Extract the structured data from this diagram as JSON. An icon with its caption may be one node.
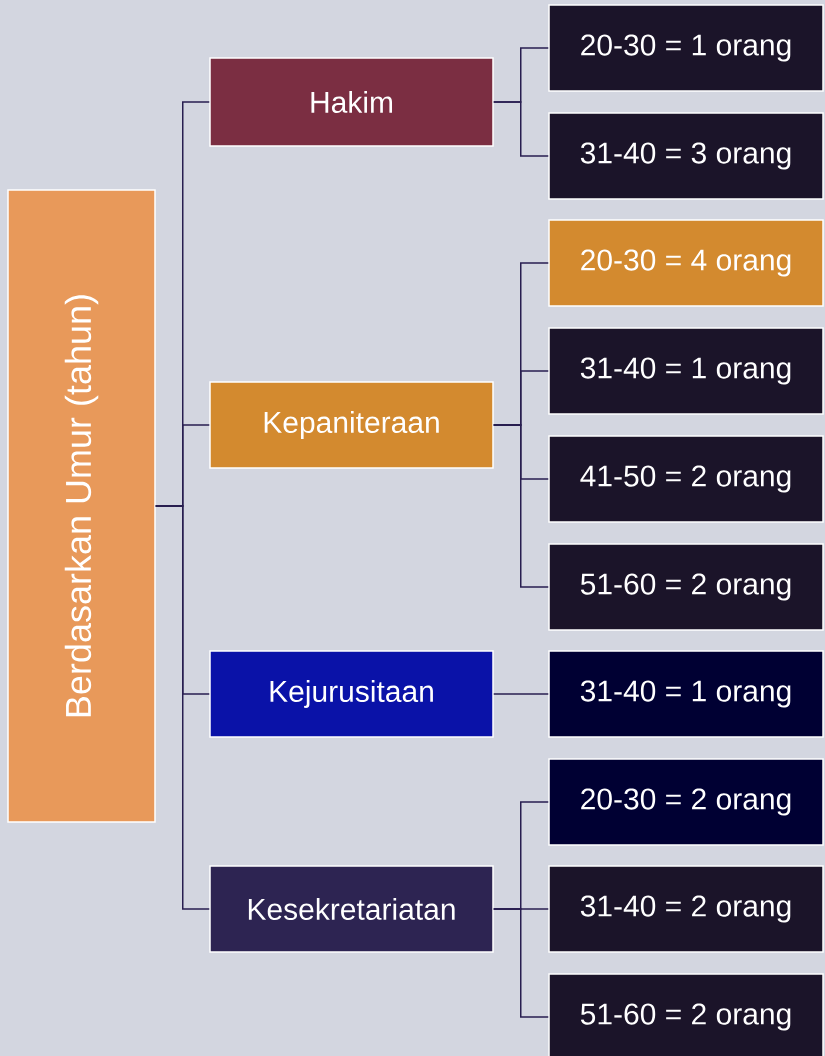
{
  "diagram": {
    "nodes": [
      {
        "text": [
          "Berdasarkan Umur (tahun)"
        ]
      },
      {
        "text": [
          "Hakim"
        ]
      },
      {
        "text": [
          "Kepaniteraan"
        ]
      },
      {
        "text": [
          "Kejurusitaan"
        ]
      },
      {
        "text": [
          "Kesekretariatan"
        ]
      },
      {
        "text": [
          "20-30 = 1 orang"
        ]
      },
      {
        "text": [
          "31-40 = 3 orang"
        ]
      },
      {
        "text": [
          "20-30 = 4 orang"
        ]
      },
      {
        "text": [
          "31-40 = 1 orang"
        ]
      },
      {
        "text": [
          "41-50 = 2 orang"
        ]
      },
      {
        "text": [
          "51-60 = 2 orang"
        ]
      },
      {
        "text": [
          "31-40 = 1 orang"
        ]
      },
      {
        "text": [
          "20-30 = 2 orang"
        ]
      },
      {
        "text": [
          "31-40 = 2 orang"
        ]
      },
      {
        "text": [
          "51-60 = 2 orang"
        ]
      }
    ],
    "edges": [
      {
        "from": 0,
        "to": 1,
        "arrow": "none"
      },
      {
        "from": 0,
        "to": 2,
        "arrow": "none"
      },
      {
        "from": 0,
        "to": 3,
        "arrow": "none"
      },
      {
        "from": 0,
        "to": 4,
        "arrow": "none"
      },
      {
        "from": 1,
        "to": 5,
        "arrow": "none"
      },
      {
        "from": 1,
        "to": 6,
        "arrow": "none"
      },
      {
        "from": 2,
        "to": 7,
        "arrow": "none"
      },
      {
        "from": 2,
        "to": 8,
        "arrow": "none"
      },
      {
        "from": 2,
        "to": 9,
        "arrow": "none"
      },
      {
        "from": 2,
        "to": 10,
        "arrow": "none"
      },
      {
        "from": 3,
        "to": 11,
        "arrow": "none"
      },
      {
        "from": 4,
        "to": 12,
        "arrow": "none"
      },
      {
        "from": 4,
        "to": 13,
        "arrow": "none"
      },
      {
        "from": 4,
        "to": 14,
        "arrow": "none"
      }
    ]
  }
}
